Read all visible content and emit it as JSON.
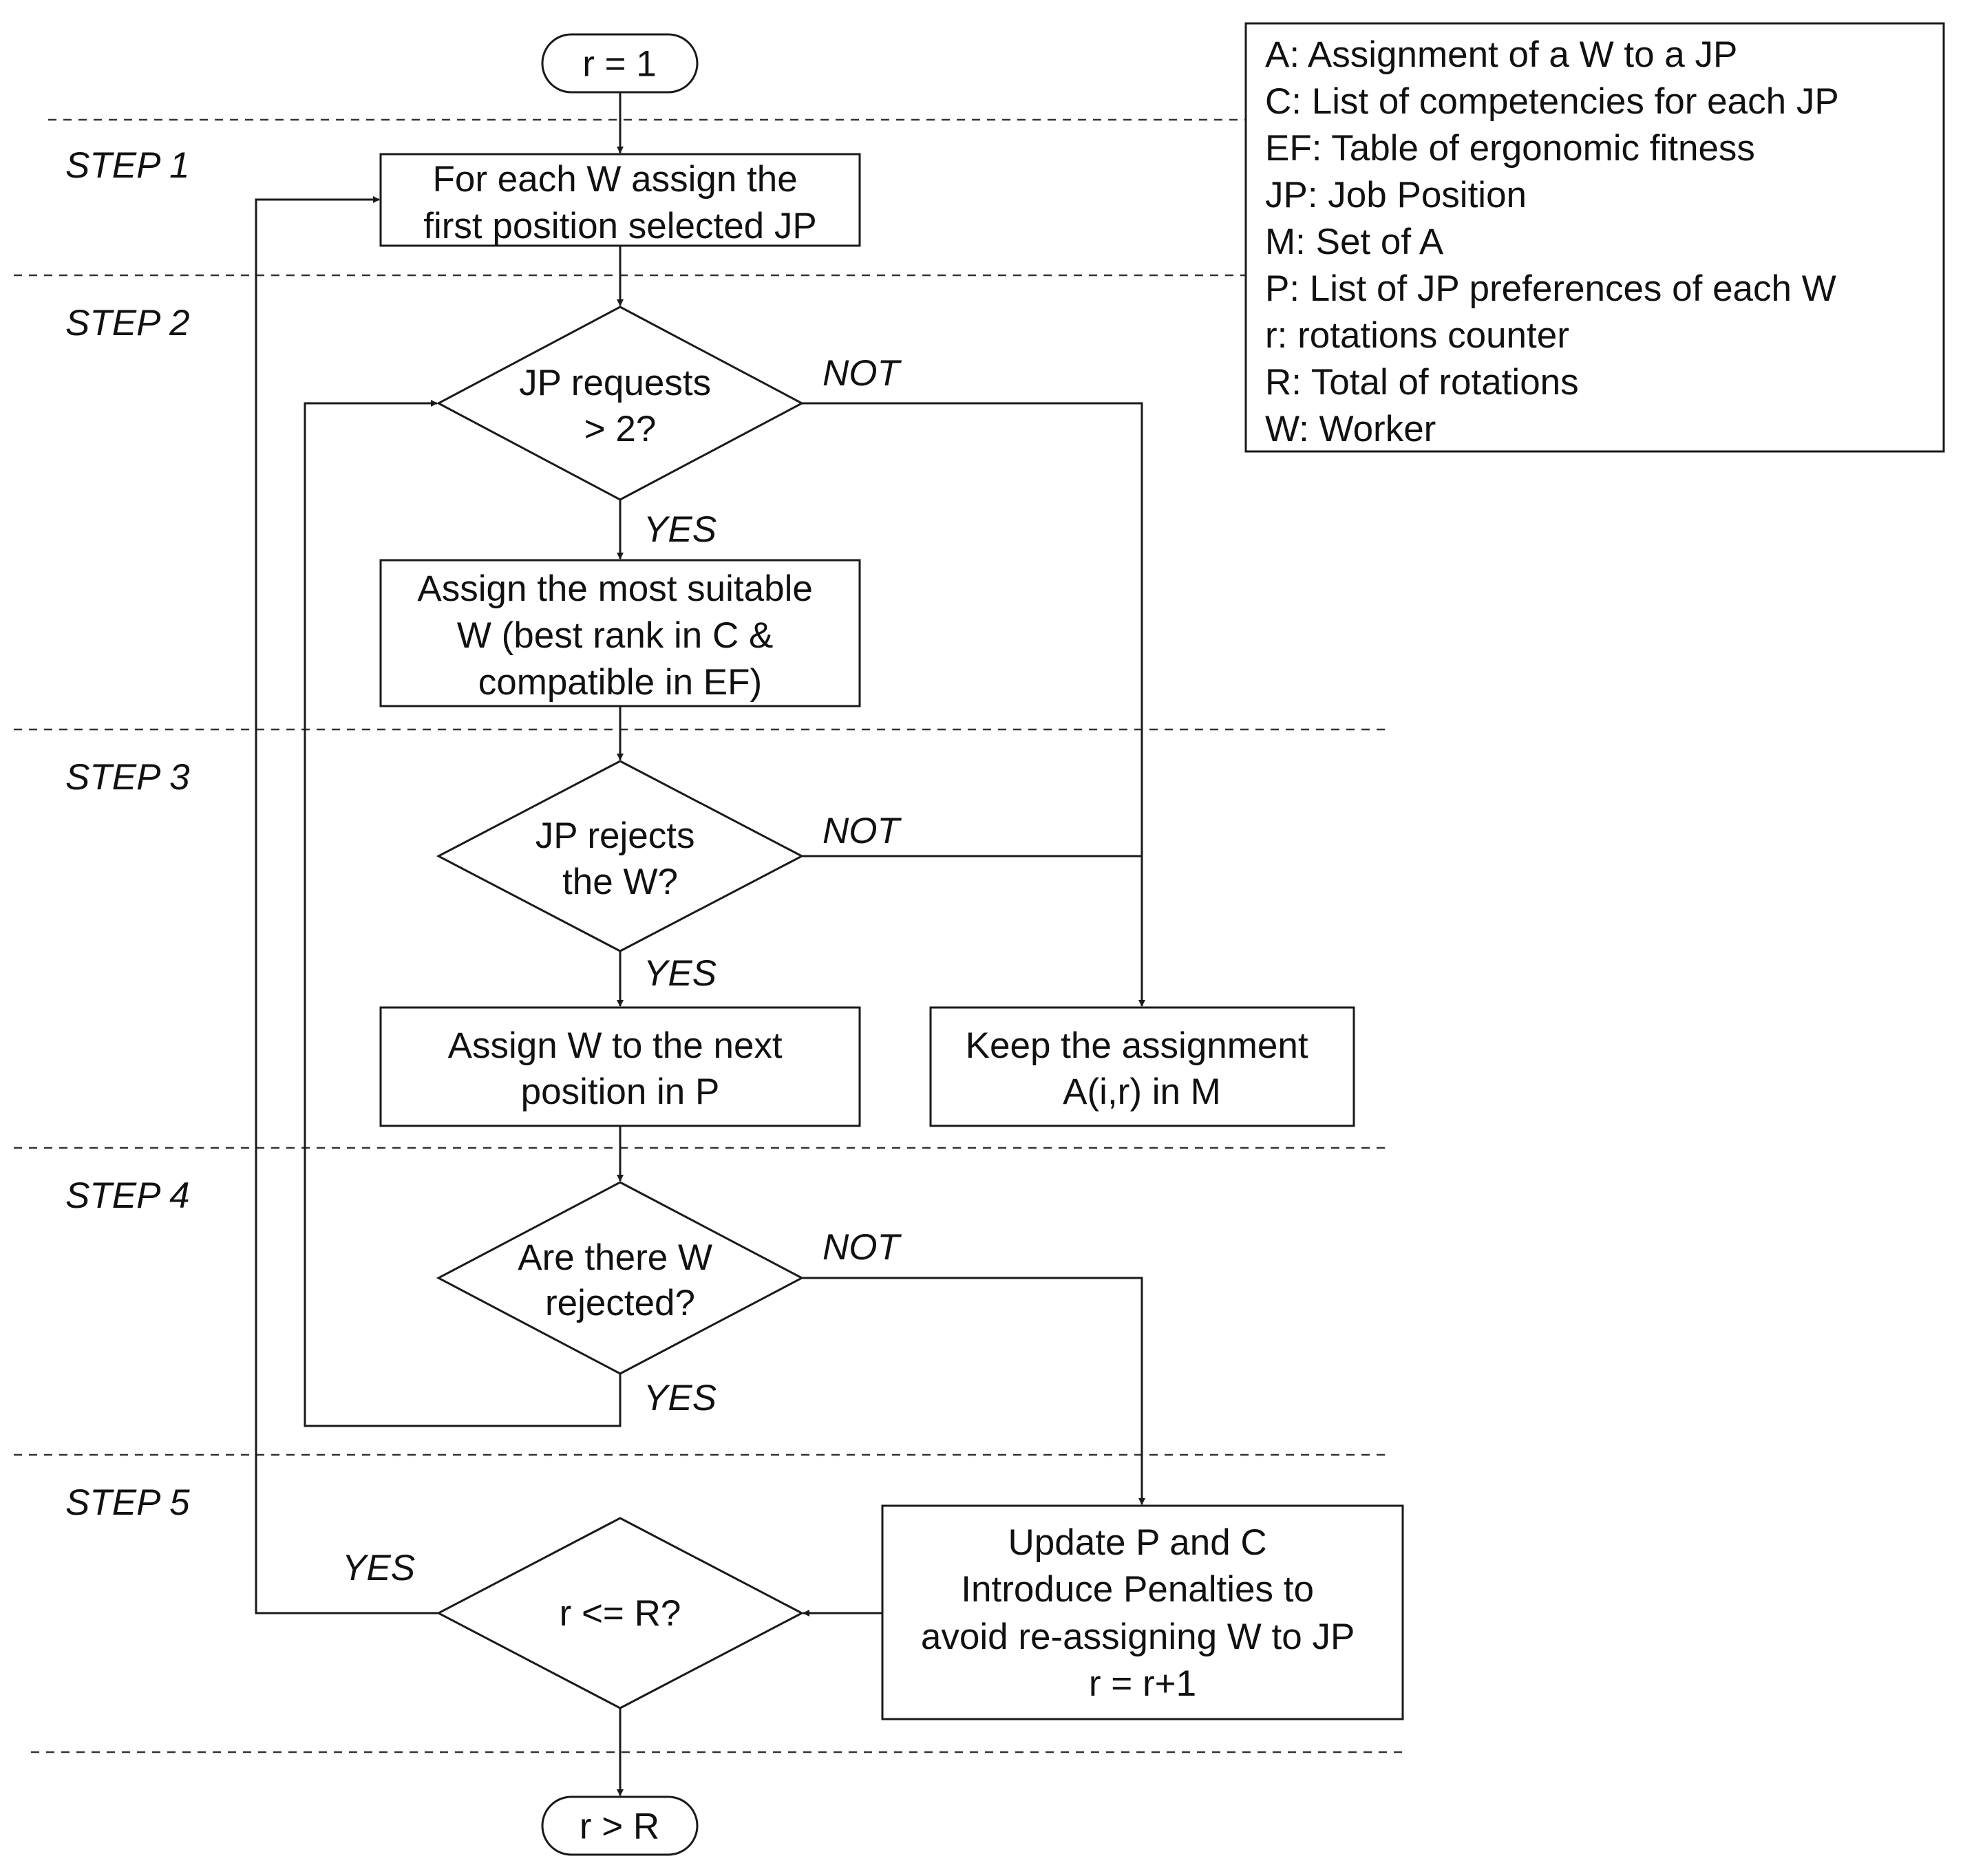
{
  "steps": {
    "step1": "STEP 1",
    "step2": "STEP 2",
    "step3": "STEP 3",
    "step4": "STEP 4",
    "step5": "STEP 5"
  },
  "terminals": {
    "start": "r = 1",
    "end": "r > R"
  },
  "nodes": {
    "assign_first": [
      "For each W assign the",
      "first position selected JP"
    ],
    "jp_requests": [
      "JP requests",
      "> 2?"
    ],
    "assign_suitable": [
      "Assign the most suitable",
      "W (best rank in C &",
      "compatible in EF)"
    ],
    "jp_rejects": [
      "JP rejects",
      "the W?"
    ],
    "assign_next": [
      "Assign W to the next",
      "position in P"
    ],
    "keep_assignment": [
      "Keep the assignment",
      "A(i,r) in M"
    ],
    "w_rejected": [
      "Are there  W",
      "rejected?"
    ],
    "update": [
      "Update P and C",
      "Introduce Penalties to",
      "avoid re-assigning W to JP",
      "r = r+1"
    ],
    "r_check": [
      "r <= R?"
    ]
  },
  "branch_labels": {
    "yes": "YES",
    "not": "NOT"
  },
  "legend": [
    "A: Assignment of a W to a JP",
    "C: List of competencies for each JP",
    "EF: Table of ergonomic fitness",
    "JP: Job Position",
    "M: Set of A",
    "P: List of JP preferences of each W",
    "r: rotations counter",
    "R: Total of rotations",
    "W: Worker"
  ]
}
